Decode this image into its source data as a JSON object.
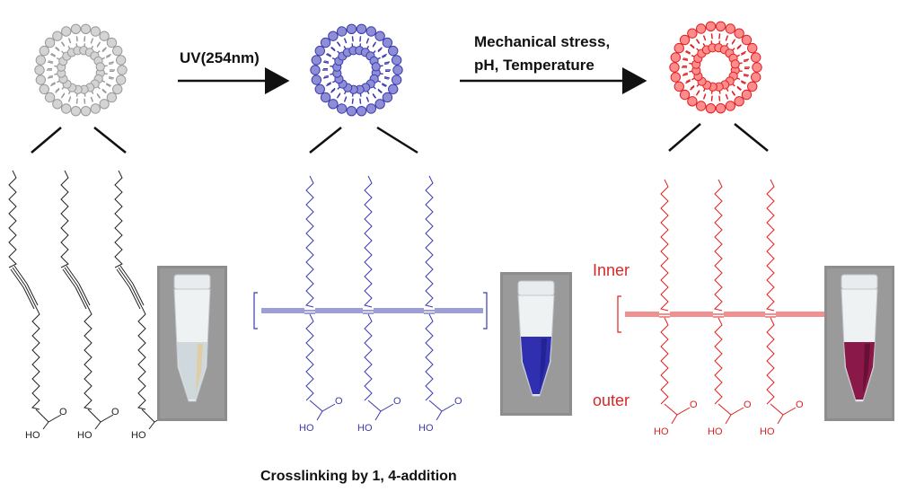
{
  "arrows": {
    "step1_label": "UV(254nm)",
    "step2_label_line1": "Mechanical stress,",
    "step2_label_line2": "pH, Temperature"
  },
  "stages": [
    {
      "id": "monomer",
      "color": "#999999",
      "head_fill": "#d4d4d4"
    },
    {
      "id": "blue_polymer",
      "color": "#3b3bb0",
      "head_fill": "#8e8ed6"
    },
    {
      "id": "red_polymer",
      "color": "#e02020",
      "head_fill": "#ff8c8c"
    }
  ],
  "chem": {
    "oh": "HO",
    "o": "O"
  },
  "side_labels": {
    "inner": "Inner",
    "outer": "outer"
  },
  "caption": "Crosslinking by 1, 4-addition",
  "tubes": [
    {
      "liquid": "#cfd8dc",
      "tint": "#e6c98a"
    },
    {
      "liquid": "#2f2fb0",
      "tint": "#1e1e8a"
    },
    {
      "liquid": "#8a1848",
      "tint": "#5a0c2c"
    }
  ]
}
